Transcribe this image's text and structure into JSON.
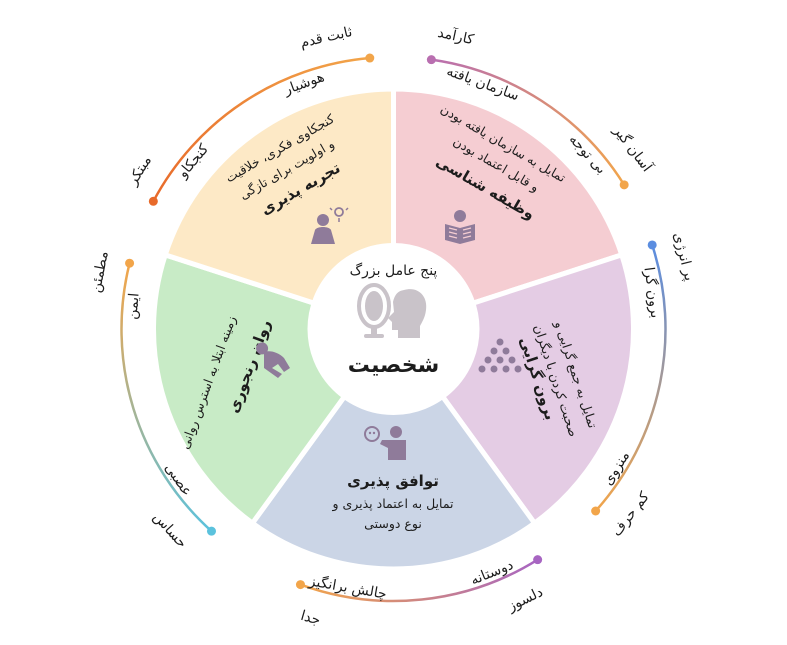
{
  "center": {
    "title": "پنج عامل بزرگ",
    "main": "شخصیت"
  },
  "segments": [
    {
      "key": "conscientiousness",
      "color": "#f5cdd2",
      "title": "وظیفه شناسی",
      "desc1": "تمایل به سازمان یافته بودن",
      "desc2": "و قابل اعتماد بودن",
      "icon": "reading-person-icon"
    },
    {
      "key": "extraversion",
      "color": "#e4cce4",
      "title": "برون گرایی",
      "desc1": "تمایل به جمع گرایی و",
      "desc2": "صحبت کردن با دیگران",
      "icon": "group-pyramid-icon"
    },
    {
      "key": "agreeableness",
      "color": "#cbd5e6",
      "title": "توافق پذیری",
      "desc1": "تمایل به اعتماد پذیری و",
      "desc2": "نوع دوستی",
      "icon": "friendly-person-icon"
    },
    {
      "key": "neuroticism",
      "color": "#c8ebc6",
      "title": "روان رنجوری",
      "desc1": "زمینه ابتلا به استرس روانی",
      "desc2": "",
      "icon": "sitting-sad-person-icon"
    },
    {
      "key": "openness",
      "color": "#fde9c6",
      "title": "تجربه پذیری",
      "desc1": "کنجکاوی فکری، خلاقیت",
      "desc2": "و اولویت برای تازگی",
      "icon": "idea-person-icon"
    }
  ],
  "arcs": {
    "openness": {
      "outer_start": "مبتکر",
      "inner_start": "کنجکاو",
      "inner_end": "هوشیار",
      "outer_end": "ثابت قدم",
      "color_a": "#e86a2a",
      "color_b": "#f2a54a"
    },
    "conscientiousness": {
      "outer_start": "کارآمد",
      "inner_start": "سازمان یافته",
      "inner_end": "بی توجه",
      "outer_end": "آسان گیر",
      "color_a": "#b96fb0",
      "color_b": "#f2a54a"
    },
    "extraversion": {
      "outer_start": "پر انرژی",
      "inner_start": "برون گرا",
      "inner_end": "منزوی",
      "outer_end": "کم حرف",
      "color_a": "#5b8de0",
      "color_b": "#f2a54a"
    },
    "agreeableness": {
      "outer_start": "دلسوز",
      "inner_start": "دوستانه",
      "inner_end": "چالش برانگیز",
      "outer_end": "جدا",
      "color_a": "#a765c2",
      "color_b": "#f2a54a"
    },
    "neuroticism": {
      "outer_start": "حساس",
      "inner_start": "عصبی",
      "inner_end": "ایمن",
      "outer_end": "مطمئن",
      "color_a": "#5bc2dd",
      "color_b": "#f2a54a"
    }
  }
}
